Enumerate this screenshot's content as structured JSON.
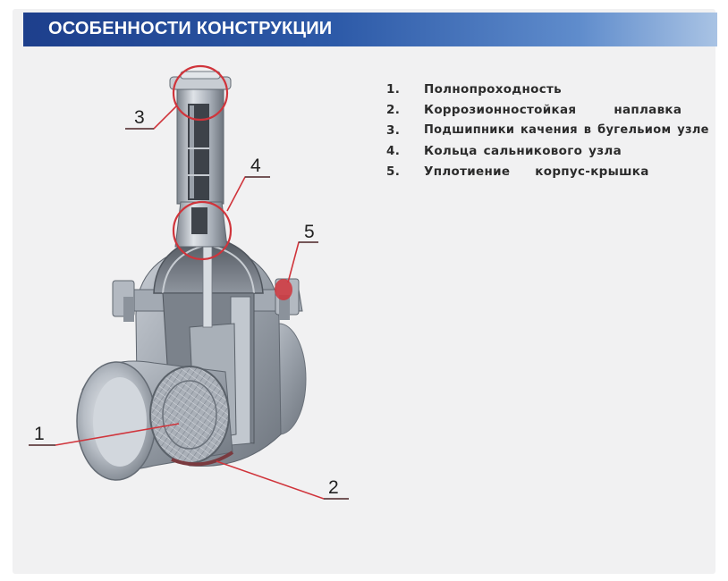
{
  "header": {
    "title": "ОСОБЕННОСТИ КОНСТРУКЦИИ"
  },
  "legend": {
    "items": [
      {
        "number": "1.",
        "text": "Полнопроходность"
      },
      {
        "number": "2.",
        "text": "Коррозионностойкая      наплавка"
      },
      {
        "number": "3.",
        "text": "Подшипники качения в бугельиом узле"
      },
      {
        "number": "4.",
        "text": "Кольца сальникового узла"
      },
      {
        "number": "5.",
        "text": "Уплотиение    корпус-крышка"
      }
    ]
  },
  "callouts": {
    "c1": "1",
    "c2": "2",
    "c3": "3",
    "c4": "4",
    "c5": "5"
  },
  "colors": {
    "header_start": "#1d3f8c",
    "header_end": "#a9c3e4",
    "callout_ring": "#d0343b",
    "metal": "#b8bdc4"
  }
}
